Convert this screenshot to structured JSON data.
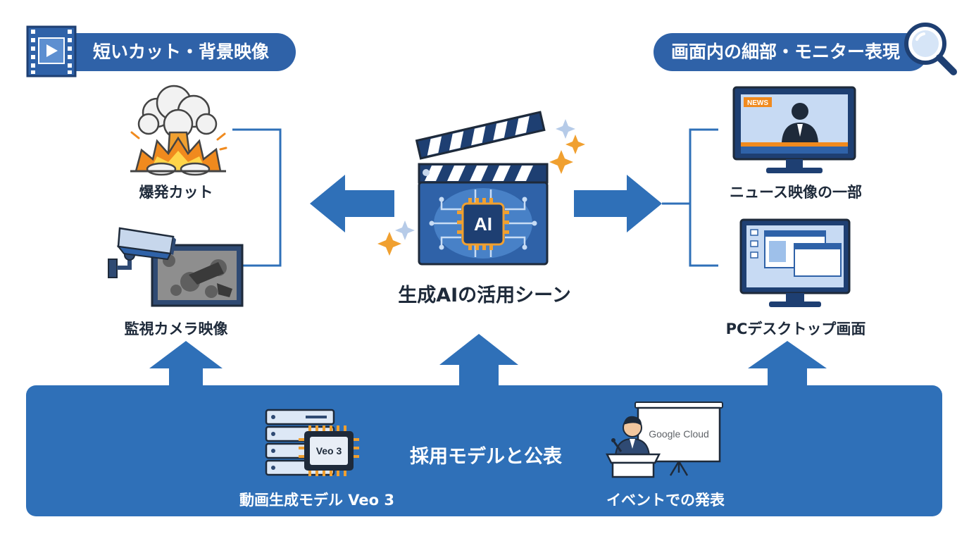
{
  "left_header": {
    "label": "短いカット・背景映像",
    "icon": "film-play-icon"
  },
  "right_header": {
    "label": "画面内の細部・モニター表現",
    "icon": "magnifier-icon"
  },
  "left_items": [
    {
      "label": "爆発カット",
      "icon": "explosion-icon"
    },
    {
      "label": "監視カメラ映像",
      "icon": "security-camera-icon"
    }
  ],
  "right_items": [
    {
      "label": "ニュース映像の一部",
      "icon": "news-monitor-icon",
      "badge": "NEWS"
    },
    {
      "label": "PCデスクトップ画面",
      "icon": "desktop-monitor-icon"
    }
  ],
  "center": {
    "title": "生成AIの活用シーン",
    "icon": "clapperboard-ai-icon",
    "chip_text": "AI"
  },
  "bottom": {
    "title": "採用モデルと公表",
    "model": {
      "label": "動画生成モデル Veo 3",
      "chip_text": "Veo 3",
      "icon": "server-chip-icon"
    },
    "event": {
      "label": "イベントでの発表",
      "screen_text": "Google Cloud",
      "icon": "presenter-icon"
    }
  },
  "colors": {
    "primary": "#2f62a8",
    "panel": "#2f70b8",
    "accent_orange": "#f0a030",
    "text_dark": "#1e2a3a"
  }
}
